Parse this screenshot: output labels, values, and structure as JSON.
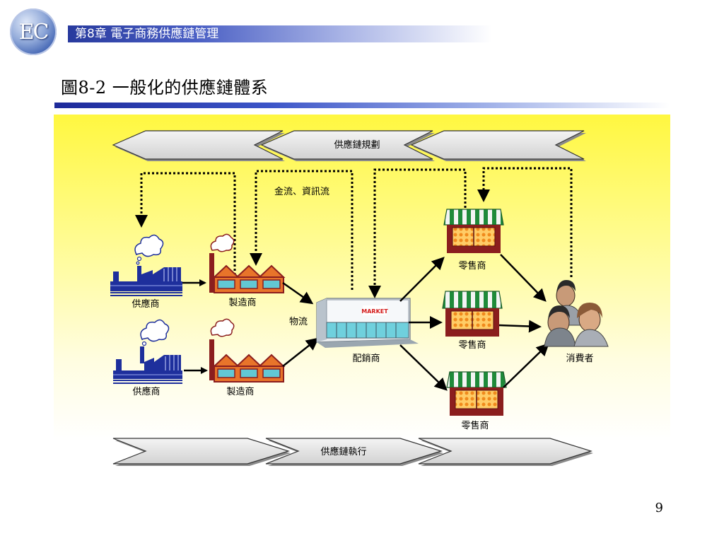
{
  "header": {
    "logo_text": "EC",
    "chapter_title": "第8章  電子商務供應鏈管理"
  },
  "slide": {
    "title": "圖8-2  一般化的供應鏈體系",
    "page_number": "9"
  },
  "diagram": {
    "planning_label": "供應鏈規劃",
    "execution_label": "供應鏈執行",
    "info_flow_label": "金流、資訊流",
    "logistics_label": "物流",
    "suppliers": [
      "供應商",
      "供應商"
    ],
    "manufacturers": [
      "製造商",
      "製造商"
    ],
    "distributor": "配銷商",
    "store_sign": "MARKET",
    "retailers": [
      "零售商",
      "零售商",
      "零售商"
    ],
    "consumer": "消費者"
  },
  "colors": {
    "header_band": "#283a9e",
    "title_bar": "#1d2a9a",
    "background_top": "#fff740",
    "factory_blue": "#1e2f9c",
    "roof_orange": "#e8742a",
    "awning_green": "#1f8a3a",
    "store_wall": "#8b1e1e"
  }
}
